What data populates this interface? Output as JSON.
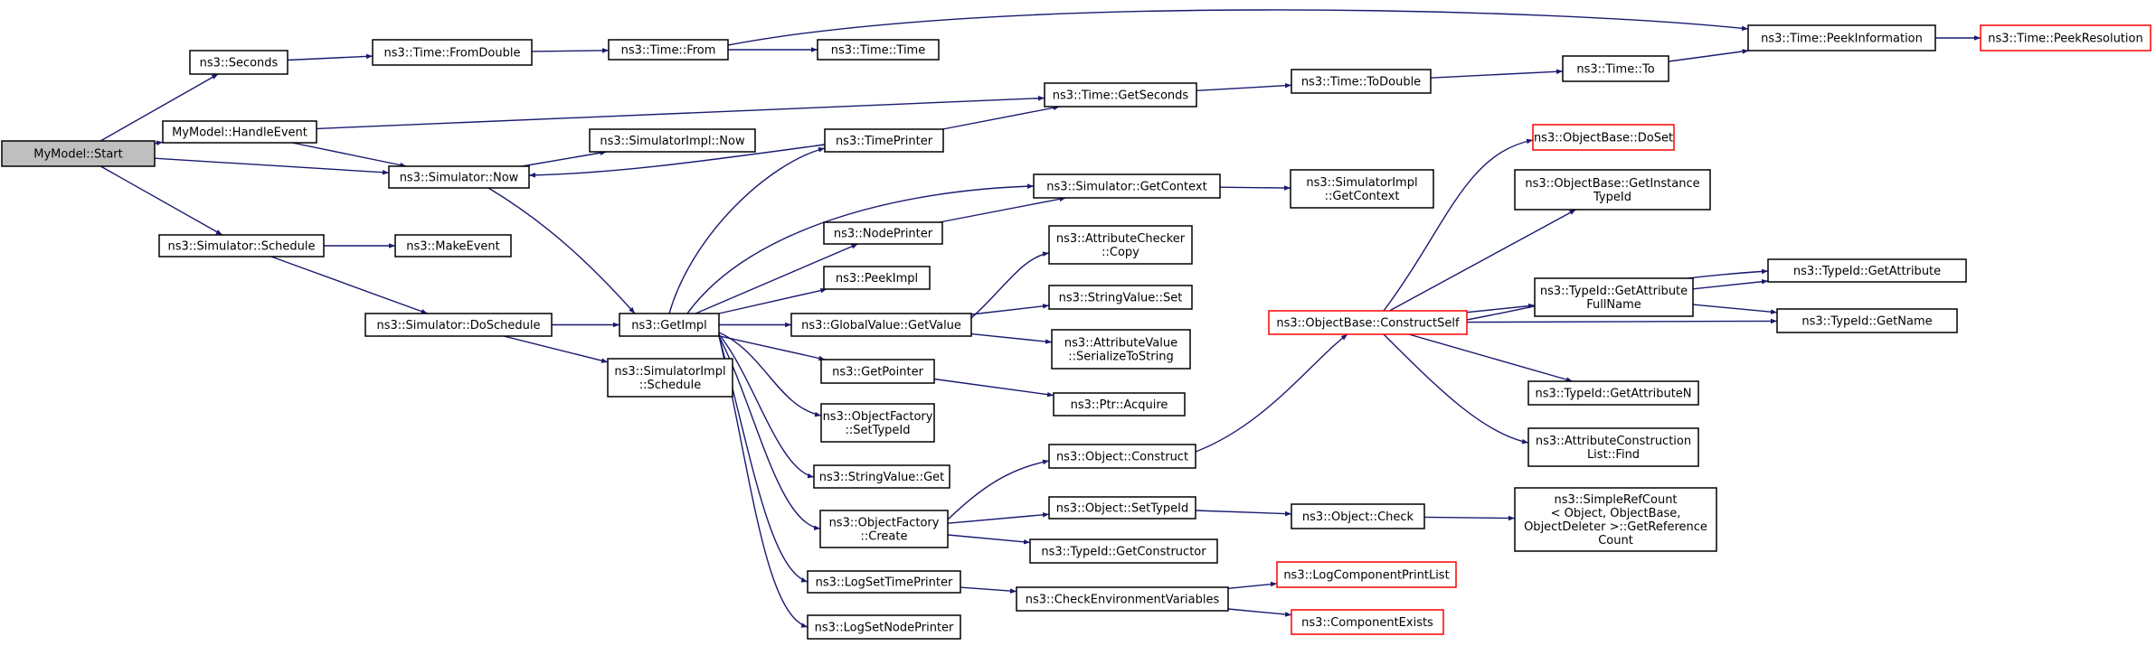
{
  "colors": {
    "edge": "#191970",
    "border": "#000000",
    "truncated_border": "#ff0000",
    "root_fill": "#bfbfbf"
  },
  "nodes": [
    {
      "id": "start",
      "lines": [
        "MyModel::Start"
      ],
      "style": "root"
    },
    {
      "id": "seconds",
      "lines": [
        "ns3::Seconds"
      ]
    },
    {
      "id": "handle",
      "lines": [
        "MyModel::HandleEvent"
      ]
    },
    {
      "id": "simnow",
      "lines": [
        "ns3::Simulator::Now"
      ]
    },
    {
      "id": "schedule",
      "lines": [
        "ns3::Simulator::Schedule"
      ]
    },
    {
      "id": "fromdouble",
      "lines": [
        "ns3::Time::FromDouble"
      ]
    },
    {
      "id": "from",
      "lines": [
        "ns3::Time::From"
      ]
    },
    {
      "id": "time",
      "lines": [
        "ns3::Time::Time"
      ]
    },
    {
      "id": "peekinfo",
      "lines": [
        "ns3::Time::PeekInformation"
      ]
    },
    {
      "id": "peekres",
      "lines": [
        "ns3::Time::PeekResolution"
      ],
      "style": "red"
    },
    {
      "id": "getseconds",
      "lines": [
        "ns3::Time::GetSeconds"
      ]
    },
    {
      "id": "todouble",
      "lines": [
        "ns3::Time::ToDouble"
      ]
    },
    {
      "id": "to",
      "lines": [
        "ns3::Time::To"
      ]
    },
    {
      "id": "implnow",
      "lines": [
        "ns3::SimulatorImpl::Now"
      ]
    },
    {
      "id": "timeprinter",
      "lines": [
        "ns3::TimePrinter"
      ]
    },
    {
      "id": "getcontext",
      "lines": [
        "ns3::Simulator::GetContext"
      ]
    },
    {
      "id": "implctx",
      "lines": [
        "ns3::SimulatorImpl",
        "::GetContext"
      ]
    },
    {
      "id": "nodeprinter",
      "lines": [
        "ns3::NodePrinter"
      ]
    },
    {
      "id": "makeevent",
      "lines": [
        "ns3::MakeEvent"
      ]
    },
    {
      "id": "doschedule",
      "lines": [
        "ns3::Simulator::DoSchedule"
      ]
    },
    {
      "id": "getimpl",
      "lines": [
        "ns3::GetImpl"
      ]
    },
    {
      "id": "implsched",
      "lines": [
        "ns3::SimulatorImpl",
        "::Schedule"
      ]
    },
    {
      "id": "peekimpl",
      "lines": [
        "ns3::PeekImpl"
      ]
    },
    {
      "id": "gvget",
      "lines": [
        "ns3::GlobalValue::GetValue"
      ]
    },
    {
      "id": "achecker",
      "lines": [
        "ns3::AttributeChecker",
        "::Copy"
      ]
    },
    {
      "id": "svset",
      "lines": [
        "ns3::StringValue::Set"
      ]
    },
    {
      "id": "avser",
      "lines": [
        "ns3::AttributeValue",
        "::SerializeToString"
      ]
    },
    {
      "id": "getpointer",
      "lines": [
        "ns3::GetPointer"
      ]
    },
    {
      "id": "acquire",
      "lines": [
        "ns3::Ptr::Acquire"
      ]
    },
    {
      "id": "ofsettid",
      "lines": [
        "ns3::ObjectFactory",
        "::SetTypeId"
      ]
    },
    {
      "id": "svget",
      "lines": [
        "ns3::StringValue::Get"
      ]
    },
    {
      "id": "ofcreate",
      "lines": [
        "ns3::ObjectFactory",
        "::Create"
      ]
    },
    {
      "id": "logtime",
      "lines": [
        "ns3::LogSetTimePrinter"
      ]
    },
    {
      "id": "lognode",
      "lines": [
        "ns3::LogSetNodePrinter"
      ]
    },
    {
      "id": "objconstruct",
      "lines": [
        "ns3::Object::Construct"
      ]
    },
    {
      "id": "objsettid",
      "lines": [
        "ns3::Object::SetTypeId"
      ]
    },
    {
      "id": "getctor",
      "lines": [
        "ns3::TypeId::GetConstructor"
      ]
    },
    {
      "id": "checkenv",
      "lines": [
        "ns3::CheckEnvironmentVariables"
      ]
    },
    {
      "id": "objcheck",
      "lines": [
        "ns3::Object::Check"
      ]
    },
    {
      "id": "refcount",
      "lines": [
        "ns3::SimpleRefCount",
        "< Object, ObjectBase,",
        "ObjectDeleter >::GetReference",
        "Count"
      ]
    },
    {
      "id": "logprint",
      "lines": [
        "ns3::LogComponentPrintList"
      ],
      "style": "red"
    },
    {
      "id": "compexists",
      "lines": [
        "ns3::ComponentExists"
      ],
      "style": "red"
    },
    {
      "id": "constructself",
      "lines": [
        "ns3::ObjectBase::ConstructSelf"
      ],
      "style": "red"
    },
    {
      "id": "doset",
      "lines": [
        "ns3::ObjectBase::DoSet"
      ],
      "style": "red"
    },
    {
      "id": "getinst",
      "lines": [
        "ns3::ObjectBase::GetInstance",
        "TypeId"
      ]
    },
    {
      "id": "getattrfull",
      "lines": [
        "ns3::TypeId::GetAttribute",
        "FullName"
      ]
    },
    {
      "id": "getattr",
      "lines": [
        "ns3::TypeId::GetAttribute"
      ]
    },
    {
      "id": "getname",
      "lines": [
        "ns3::TypeId::GetName"
      ]
    },
    {
      "id": "getattrn",
      "lines": [
        "ns3::TypeId::GetAttributeN"
      ]
    },
    {
      "id": "acfind",
      "lines": [
        "ns3::AttributeConstruction",
        "List::Find"
      ]
    }
  ],
  "edges": [
    [
      "start",
      "seconds"
    ],
    [
      "start",
      "handle"
    ],
    [
      "start",
      "simnow"
    ],
    [
      "start",
      "schedule"
    ],
    [
      "seconds",
      "fromdouble"
    ],
    [
      "fromdouble",
      "from"
    ],
    [
      "from",
      "time"
    ],
    [
      "from",
      "peekinfo"
    ],
    [
      "peekinfo",
      "peekres"
    ],
    [
      "handle",
      "getseconds"
    ],
    [
      "handle",
      "simnow"
    ],
    [
      "getseconds",
      "todouble"
    ],
    [
      "todouble",
      "to"
    ],
    [
      "to",
      "peekinfo"
    ],
    [
      "simnow",
      "implnow"
    ],
    [
      "simnow",
      "getimpl"
    ],
    [
      "timeprinter",
      "getseconds"
    ],
    [
      "timeprinter",
      "simnow"
    ],
    [
      "schedule",
      "makeevent"
    ],
    [
      "schedule",
      "doschedule"
    ],
    [
      "doschedule",
      "getimpl"
    ],
    [
      "doschedule",
      "implsched"
    ],
    [
      "getimpl",
      "timeprinter"
    ],
    [
      "getimpl",
      "getcontext"
    ],
    [
      "getimpl",
      "nodeprinter"
    ],
    [
      "getimpl",
      "peekimpl"
    ],
    [
      "getimpl",
      "gvget"
    ],
    [
      "getimpl",
      "getpointer"
    ],
    [
      "getimpl",
      "ofsettid"
    ],
    [
      "getimpl",
      "svget"
    ],
    [
      "getimpl",
      "ofcreate"
    ],
    [
      "getimpl",
      "logtime"
    ],
    [
      "getimpl",
      "lognode"
    ],
    [
      "getcontext",
      "implctx"
    ],
    [
      "nodeprinter",
      "getcontext"
    ],
    [
      "gvget",
      "achecker"
    ],
    [
      "gvget",
      "svset"
    ],
    [
      "gvget",
      "avser"
    ],
    [
      "getpointer",
      "acquire"
    ],
    [
      "ofcreate",
      "objconstruct"
    ],
    [
      "ofcreate",
      "objsettid"
    ],
    [
      "ofcreate",
      "getctor"
    ],
    [
      "objconstruct",
      "constructself"
    ],
    [
      "objsettid",
      "objcheck"
    ],
    [
      "objcheck",
      "refcount"
    ],
    [
      "logtime",
      "checkenv"
    ],
    [
      "checkenv",
      "logprint"
    ],
    [
      "checkenv",
      "compexists"
    ],
    [
      "constructself",
      "doset"
    ],
    [
      "constructself",
      "getinst"
    ],
    [
      "constructself",
      "getattrfull"
    ],
    [
      "constructself",
      "getattr"
    ],
    [
      "constructself",
      "getname"
    ],
    [
      "constructself",
      "getattrn"
    ],
    [
      "constructself",
      "acfind"
    ],
    [
      "getattrfull",
      "getattr"
    ],
    [
      "getattrfull",
      "getname"
    ]
  ]
}
